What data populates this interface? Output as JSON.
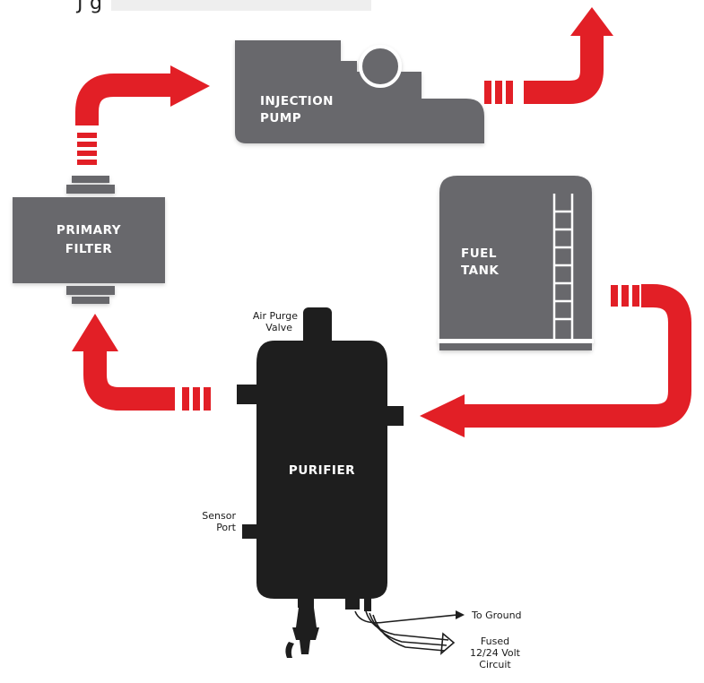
{
  "header": {
    "fragment_left": "J",
    "fragment_right": "g"
  },
  "components": {
    "injection_pump": {
      "line1": "INJECTION",
      "line2": "PUMP"
    },
    "primary_filter": {
      "line1": "PRIMARY",
      "line2": "FILTER"
    },
    "fuel_tank": {
      "line1": "FUEL",
      "line2": "TANK"
    },
    "purifier": {
      "label": "PURIFIER"
    }
  },
  "annotations": {
    "air_purge": {
      "line1": "Air Purge",
      "line2": "Valve"
    },
    "sensor_port": {
      "line1": "Sensor",
      "line2": "Port"
    },
    "to_ground": "To Ground",
    "fused_circuit": {
      "line1": "Fused",
      "line2": "12/24 Volt",
      "line3": "Circuit"
    }
  },
  "colors": {
    "flow_arrow": "#e21f26",
    "component_gray": "#68686c",
    "purifier_black": "#1e1e1e",
    "label_white": "#ffffff"
  }
}
